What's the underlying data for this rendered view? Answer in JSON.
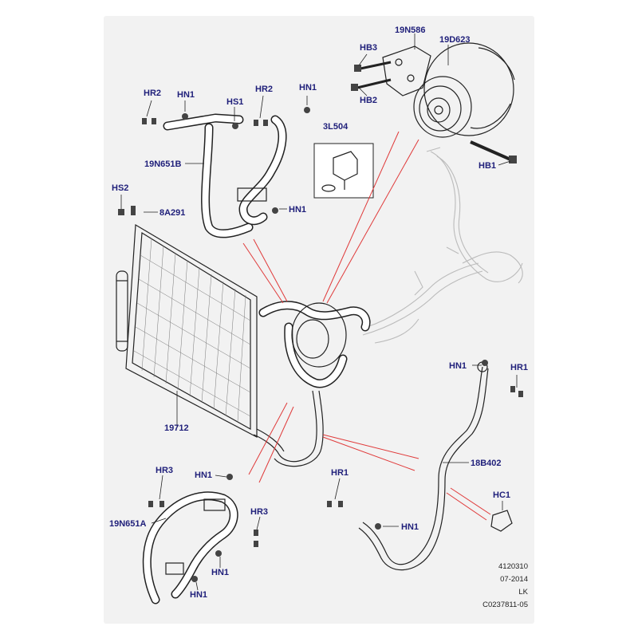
{
  "labels": {
    "n19N586": "19N586",
    "n19D623": "19D623",
    "hb3": "HB3",
    "hb2": "HB2",
    "hb1": "HB1",
    "hr2_a": "HR2",
    "hn1_a": "HN1",
    "hs1": "HS1",
    "hr2_b": "HR2",
    "hn1_b": "HN1",
    "n3L504": "3L504",
    "n19N651B": "19N651B",
    "hs2": "HS2",
    "n8A291": "8A291",
    "hn1_c": "HN1",
    "n19712": "19712",
    "hn1_d": "HN1",
    "hr1_a": "HR1",
    "n18B402": "18B402",
    "hr3_a": "HR3",
    "hn1_e": "HN1",
    "hr3_b": "HR3",
    "n19N651A": "19N651A",
    "hn1_f": "HN1",
    "hn1_g": "HN1",
    "hr1_b": "HR1",
    "hc1": "HC1",
    "hn1_h": "HN1"
  },
  "reference": {
    "line1": "4120310",
    "line2": "07-2014",
    "line3": "LK",
    "line4": "C0237811-05"
  }
}
